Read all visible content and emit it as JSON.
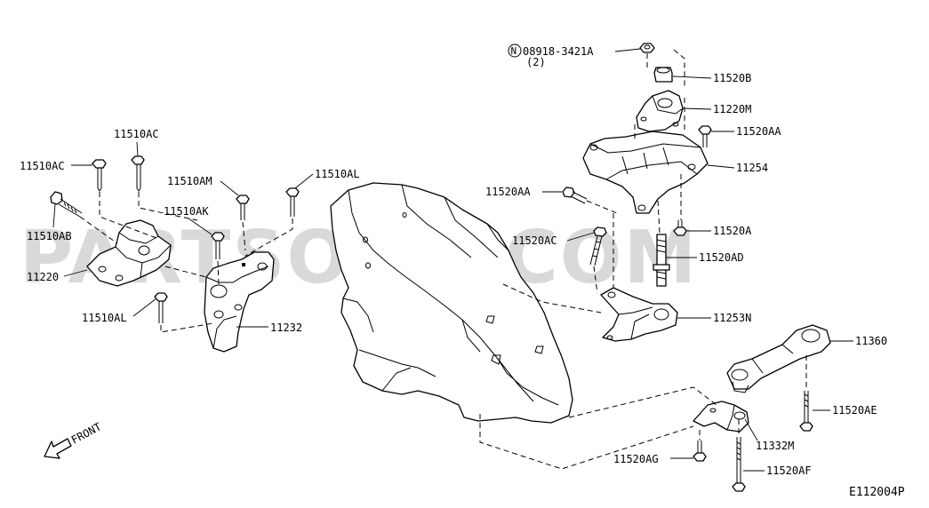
{
  "watermark": "PARTSOUQ.COM",
  "diagram_id": "E112004P",
  "front_label": "FRONT",
  "note_symbol": "N",
  "labels": {
    "p08918": "08918-3421A",
    "p08918_qty": "(2)",
    "p11520B": "11520B",
    "p11220M": "11220M",
    "p11520AA_top": "11520AA",
    "p11254": "11254",
    "p11520AA_left": "11520AA",
    "p11520A": "11520A",
    "p11520AC_mid": "11520AC",
    "p11520AD": "11520AD",
    "p11253N": "11253N",
    "p11360": "11360",
    "p11520AE": "11520AE",
    "p11332M": "11332M",
    "p11520AG": "11520AG",
    "p11520AF": "11520AF",
    "p11510AC_top": "11510AC",
    "p11510AC_left": "11510AC",
    "p11510AM": "11510AM",
    "p11510AL_top": "11510AL",
    "p11510AK": "11510AK",
    "p11510AB": "11510AB",
    "p11220": "11220",
    "p11510AL_bot": "11510AL",
    "p11232": "11232"
  }
}
